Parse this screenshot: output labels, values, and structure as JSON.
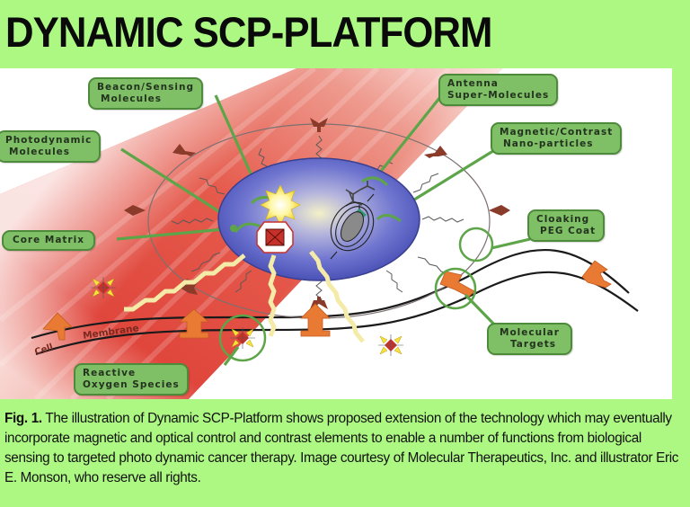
{
  "title": "DYNAMIC SCP-PLATFORM",
  "figure": {
    "labels": {
      "beacon": [
        "Beacon/Sensing",
        "Molecules"
      ],
      "antenna": [
        "Antenna",
        "Super-Molecules"
      ],
      "photodynamic": [
        "Photodynamic",
        "Molecules"
      ],
      "magnetic": [
        "Magnetic/Contrast",
        "Nano-particles"
      ],
      "core": [
        "Core Matrix"
      ],
      "cloaking": [
        "Cloaking",
        "PEG Coat"
      ],
      "targets": [
        "Molecular",
        "Targets"
      ],
      "ros": [
        "Reactive",
        "Oxygen Species"
      ]
    },
    "membrane_label_1": "Cell",
    "membrane_label_2": "Membrane",
    "colors": {
      "background": "#adf882",
      "label_fill": "#7fbf66",
      "label_border": "#4d8a3a",
      "beam_red": "#e0463c",
      "core_blue": "#5a63c4",
      "receptor_brown": "#8a3b2a",
      "target_orange": "#e97a34"
    }
  },
  "caption": {
    "prefix": "Fig. 1.",
    "text": " The illustration of Dynamic SCP-Platform shows proposed extension of the technology which may eventually incorporate magnetic and optical control and contrast elements to enable a number of functions from biological sensing to targeted photo dynamic cancer therapy. Image courtesy of Molecular Therapeutics, Inc. and illustrator Eric E. Monson, who reserve all rights."
  }
}
